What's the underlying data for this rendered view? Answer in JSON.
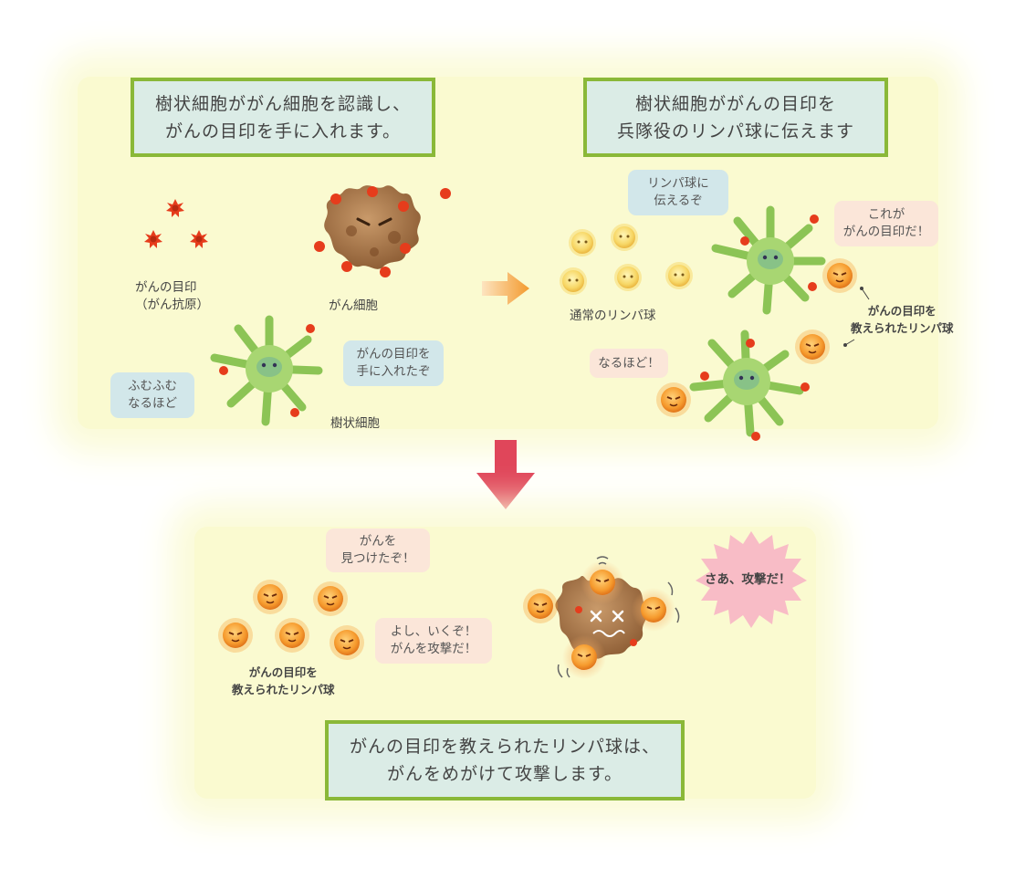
{
  "step1": {
    "title": "樹状細胞ががん細胞を認識し、\nがんの目印を手に入れます。",
    "antigen_label": "がんの目印\n（がん抗原）",
    "cancer_cell_label": "がん細胞",
    "dendritic_label": "樹状細胞",
    "bubble_dendritic": "がんの目印を\n手に入れたぞ",
    "bubble_fumufumu": "ふむふむ\nなるほど"
  },
  "step2": {
    "title": "樹状細胞ががんの目印を\n兵隊役のリンパ球に伝えます",
    "bubble_tell": "リンパ球に\n伝えるぞ",
    "normal_lymph_label": "通常のリンパ球",
    "bubble_marker": "これが\nがんの目印だ！",
    "taught_label": "がんの目印を\n教えられたリンパ球",
    "bubble_naruhodo": "なるほど！"
  },
  "step3": {
    "title": "がんの目印を教えられたリンパ球は、\nがんをめがけて攻撃します。",
    "bubble_found": "がんを\n見つけたぞ！",
    "bubble_attack": "よし、いくぞ！\nがんを攻撃だ！",
    "taught_label": "がんの目印を\n教えられたリンパ球",
    "burst_text": "さあ、攻撃だ！"
  },
  "colors": {
    "panel_bg": "#fafad0",
    "title_bg": "#dbece6",
    "title_border": "#8ab838",
    "arrow_orange": "#f5a23c",
    "arrow_red": "#e0465a",
    "bubble_blue": "#d2e7ea",
    "bubble_pink": "#fbe6d9",
    "burst_pink": "#f8bcc6"
  }
}
